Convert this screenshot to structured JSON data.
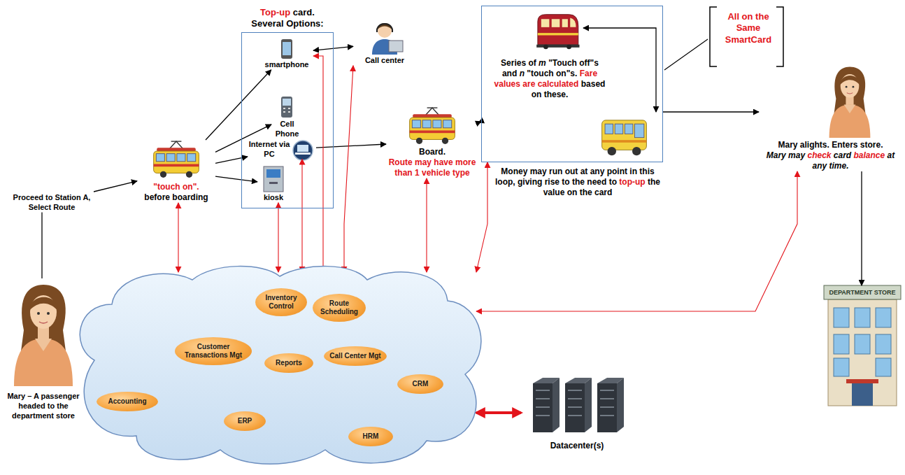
{
  "diagram": {
    "nodes": [
      {
        "text": [
          "Mary – A passenger headed to the department store"
        ]
      },
      {
        "text": [
          "Proceed to Station A, Select Route"
        ]
      },
      {
        "text": [
          "\"touch on\".",
          "before boarding"
        ]
      },
      {
        "text": [
          "Top-up",
          "card.",
          "Several Options:"
        ]
      },
      {
        "text": [
          "smartphone"
        ],
        "in": 3
      },
      {
        "text": [
          "Cell Phone"
        ],
        "in": 3
      },
      {
        "text": [
          "Internet via PC"
        ],
        "in": 3
      },
      {
        "text": [
          "kiosk"
        ],
        "in": 3
      },
      {
        "text": [
          "Call center"
        ]
      },
      {
        "text": [
          "Board.",
          "Route may have more than 1 vehicle type"
        ]
      },
      {
        "text": [
          "Series of",
          "m",
          "\"Touch off\"s and",
          "n",
          "\"touch on\"s.",
          "Fare values are calculated",
          "based on these."
        ]
      },
      {
        "text": [
          "Mary alights. Enters store.",
          "Mary may",
          "check",
          "card",
          "balance",
          "at any time."
        ]
      },
      {
        "text": [
          "DEPARTMENT STORE"
        ]
      },
      {
        "text": []
      },
      {
        "text": [
          "Inventory Control"
        ],
        "in": 13
      },
      {
        "text": [
          "Route Scheduling"
        ],
        "in": 13
      },
      {
        "text": [
          "Customer Transactions Mgt"
        ],
        "in": 13
      },
      {
        "text": [
          "Reports"
        ],
        "in": 13
      },
      {
        "text": [
          "Call Center Mgt"
        ],
        "in": 13
      },
      {
        "text": [
          "Accounting"
        ],
        "in": 13
      },
      {
        "text": [
          "CRM"
        ],
        "in": 13
      },
      {
        "text": [
          "ERP"
        ],
        "in": 13
      },
      {
        "text": [
          "HRM"
        ],
        "in": 13
      },
      {
        "text": [
          "Datacenter(s)"
        ]
      }
    ],
    "edges": [
      {
        "from": 0,
        "to": 1,
        "arrow": "none"
      },
      {
        "from": 1,
        "to": 2,
        "arrow": "to"
      },
      {
        "from": 2,
        "to": 4,
        "arrow": "to"
      },
      {
        "from": 2,
        "to": 5,
        "arrow": "to"
      },
      {
        "from": 2,
        "to": 6,
        "arrow": "to"
      },
      {
        "from": 2,
        "to": 7,
        "arrow": "to"
      },
      {
        "from": 4,
        "to": 8,
        "arrow": "both"
      },
      {
        "from": 6,
        "to": 9,
        "arrow": "to"
      },
      {
        "from": 9,
        "to": 10,
        "arrow": "both"
      },
      {
        "from": 10,
        "to": 11,
        "arrow": "to"
      },
      {
        "from": 11,
        "to": 12,
        "arrow": "to"
      },
      {
        "from": 13,
        "to": 2,
        "arrow": "both"
      },
      {
        "from": 13,
        "to": 7,
        "arrow": "both"
      },
      {
        "from": 13,
        "to": 6,
        "arrow": "both"
      },
      {
        "from": 13,
        "to": 4,
        "arrow": "both"
      },
      {
        "from": 13,
        "to": 8,
        "arrow": "both"
      },
      {
        "from": 13,
        "to": 9,
        "arrow": "both"
      },
      {
        "from": 13,
        "to": 10,
        "arrow": "both"
      },
      {
        "from": 13,
        "to": 11,
        "arrow": "both"
      },
      {
        "from": 13,
        "to": 23,
        "arrow": "both"
      }
    ],
    "labels": [
      "Money may run out at any point in this loop, giving rise to the need to",
      "top-up",
      "the value on the card",
      "All on the Same SmartCard"
    ]
  }
}
